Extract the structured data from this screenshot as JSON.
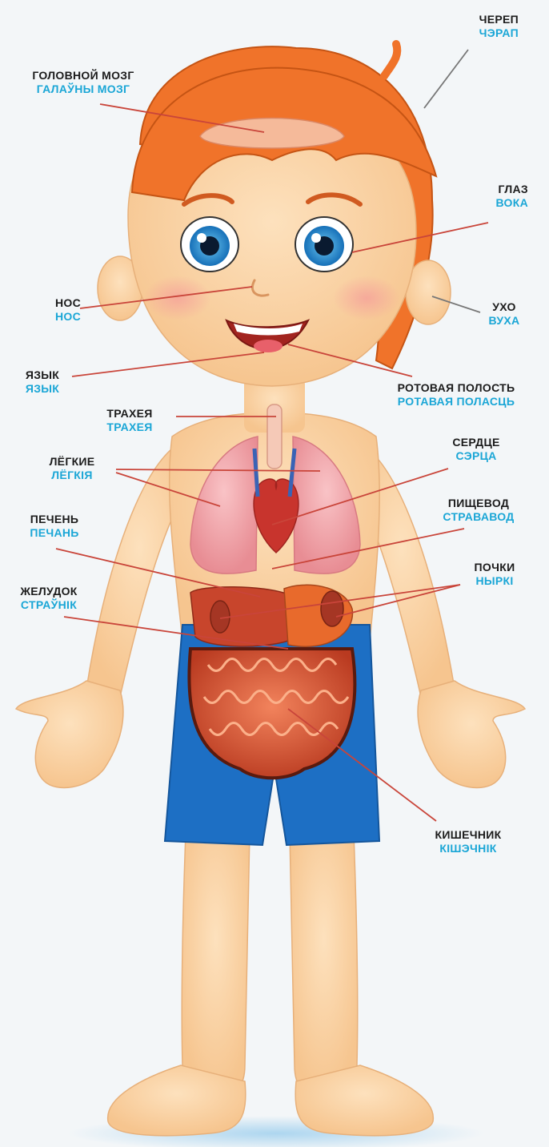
{
  "colors": {
    "russian_label": "#1b1b1b",
    "belarusian_label": "#1aa6d6",
    "leader_line": "#c9453a",
    "skin": "#fbd3a4",
    "hair": "#f0732a",
    "shorts": "#1d6fc4",
    "background": "#f3f6f8"
  },
  "labels": {
    "skull": {
      "ru": "ЧЕРЕП",
      "by": "ЧЭРАП"
    },
    "brain": {
      "ru": "ГОЛОВНОЙ МОЗГ",
      "by": "ГАЛАЎНЫ МОЗГ"
    },
    "eye": {
      "ru": "ГЛАЗ",
      "by": "ВОКА"
    },
    "nose": {
      "ru": "НОС",
      "by": "НОС"
    },
    "ear": {
      "ru": "УХО",
      "by": "ВУХА"
    },
    "tongue": {
      "ru": "ЯЗЫК",
      "by": "ЯЗЫК"
    },
    "mouth": {
      "ru": "РОТОВАЯ ПОЛОСТЬ",
      "by": "РОТАВАЯ ПОЛАСЦЬ"
    },
    "trachea": {
      "ru": "ТРАХЕЯ",
      "by": "ТРАХЕЯ"
    },
    "lungs": {
      "ru": "ЛЁГКИЕ",
      "by": "ЛЁГКІЯ"
    },
    "heart": {
      "ru": "СЕРДЦЕ",
      "by": "СЭРЦА"
    },
    "esophagus": {
      "ru": "ПИЩЕВОД",
      "by": "СТРАВАВОД"
    },
    "liver": {
      "ru": "ПЕЧЕНЬ",
      "by": "ПЕЧАНЬ"
    },
    "kidneys": {
      "ru": "ПОЧКИ",
      "by": "НЫРКІ"
    },
    "stomach": {
      "ru": "ЖЕЛУДОК",
      "by": "СТРАЎНІК"
    },
    "intestine": {
      "ru": "КИШЕЧНИК",
      "by": "КІШЭЧНІК"
    }
  }
}
